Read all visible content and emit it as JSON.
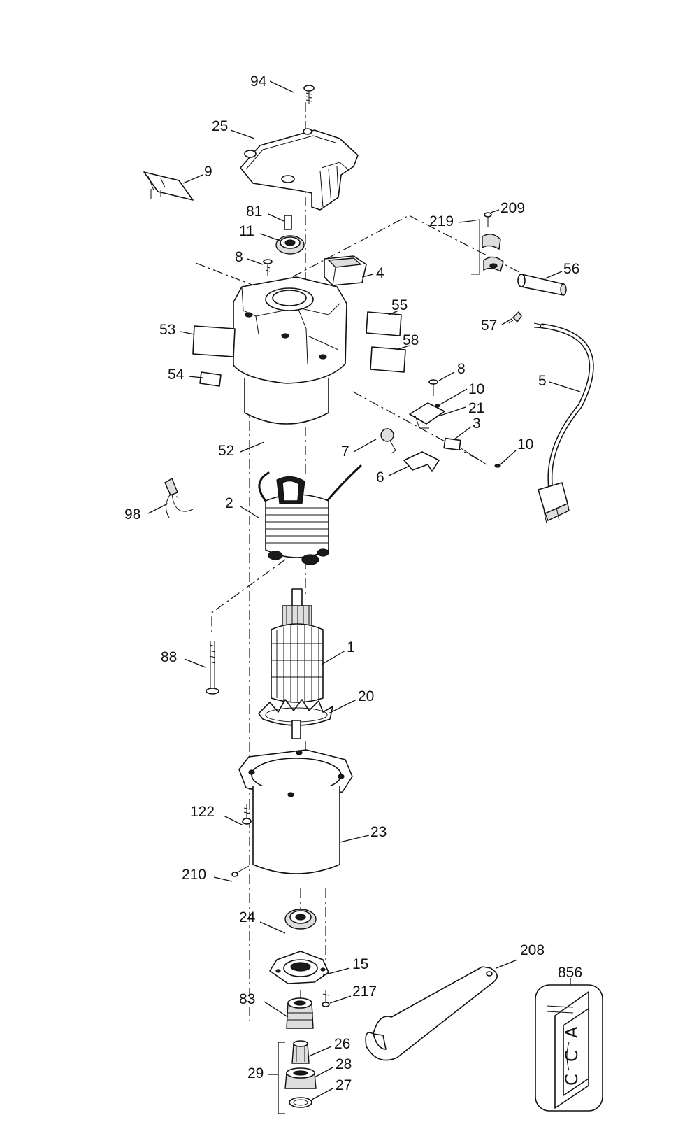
{
  "callouts": [
    {
      "id": "94",
      "text": "94"
    },
    {
      "id": "25",
      "text": "25"
    },
    {
      "id": "9",
      "text": "9"
    },
    {
      "id": "81",
      "text": "81"
    },
    {
      "id": "11",
      "text": "11"
    },
    {
      "id": "8a",
      "text": "8"
    },
    {
      "id": "4",
      "text": "4"
    },
    {
      "id": "219",
      "text": "219"
    },
    {
      "id": "209",
      "text": "209"
    },
    {
      "id": "56",
      "text": "56"
    },
    {
      "id": "53",
      "text": "53"
    },
    {
      "id": "55",
      "text": "55"
    },
    {
      "id": "58",
      "text": "58"
    },
    {
      "id": "57",
      "text": "57"
    },
    {
      "id": "54",
      "text": "54"
    },
    {
      "id": "8b",
      "text": "8"
    },
    {
      "id": "10a",
      "text": "10"
    },
    {
      "id": "21",
      "text": "21"
    },
    {
      "id": "5",
      "text": "5"
    },
    {
      "id": "3",
      "text": "3"
    },
    {
      "id": "52",
      "text": "52"
    },
    {
      "id": "7",
      "text": "7"
    },
    {
      "id": "10b",
      "text": "10"
    },
    {
      "id": "6",
      "text": "6"
    },
    {
      "id": "2",
      "text": "2"
    },
    {
      "id": "98",
      "text": "98"
    },
    {
      "id": "88",
      "text": "88"
    },
    {
      "id": "1",
      "text": "1"
    },
    {
      "id": "20",
      "text": "20"
    },
    {
      "id": "122",
      "text": "122"
    },
    {
      "id": "23",
      "text": "23"
    },
    {
      "id": "210",
      "text": "210"
    },
    {
      "id": "24",
      "text": "24"
    },
    {
      "id": "208",
      "text": "208"
    },
    {
      "id": "15",
      "text": "15"
    },
    {
      "id": "856",
      "text": "856"
    },
    {
      "id": "83",
      "text": "83"
    },
    {
      "id": "217",
      "text": "217"
    },
    {
      "id": "26",
      "text": "26"
    },
    {
      "id": "29",
      "text": "29"
    },
    {
      "id": "28",
      "text": "28"
    },
    {
      "id": "27",
      "text": "27"
    }
  ],
  "accessory_label": {
    "line1": "A",
    "line2": "C",
    "line3": "C"
  }
}
